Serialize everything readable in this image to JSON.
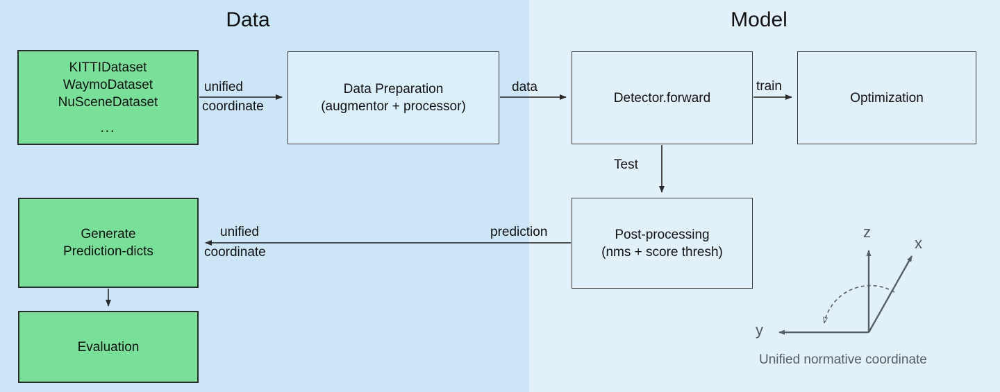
{
  "panels": {
    "data": {
      "title": "Data",
      "bg": "#cce6f7"
    },
    "model": {
      "title": "Model",
      "bg": "#e2f0fa"
    }
  },
  "colors": {
    "green_node": "#79e09a",
    "plain_node_data": "#dcf0fb",
    "plain_node_model": "#e2f0fa",
    "node_border": "#2b2b2b",
    "wire": "#3a3a3a",
    "axis": "#555f63"
  },
  "nodes": {
    "datasets": {
      "lines": [
        "KITTIDataset",
        "WaymoDataset",
        "NuSceneDataset"
      ],
      "ellipsis": "..."
    },
    "data_preparation": {
      "line1": "Data Preparation",
      "line2": "(augmentor + processor)"
    },
    "detector": {
      "label": "Detector.forward"
    },
    "optimization": {
      "label": "Optimization"
    },
    "post_processing": {
      "line1": "Post-processing",
      "line2": "(nms + score thresh)"
    },
    "generate_prediction_dicts": {
      "line1": "Generate",
      "line2": "Prediction-dicts"
    },
    "evaluation": {
      "label": "Evaluation"
    }
  },
  "edges": {
    "datasets_to_dataprep": {
      "top": "unified",
      "bottom": "coordinate"
    },
    "dataprep_to_detector": {
      "label": "data"
    },
    "detector_to_optimization": {
      "label": "train"
    },
    "detector_to_postproc": {
      "label": "Test"
    },
    "postproc_to_genpred": {
      "label": "prediction",
      "top": "unified",
      "bottom": "coordinate"
    },
    "genpred_to_eval": {
      "label": ""
    }
  },
  "coordinate_figure": {
    "axis_z": "z",
    "axis_x": "x",
    "axis_y": "y",
    "caption": "Unified normative coordinate"
  }
}
